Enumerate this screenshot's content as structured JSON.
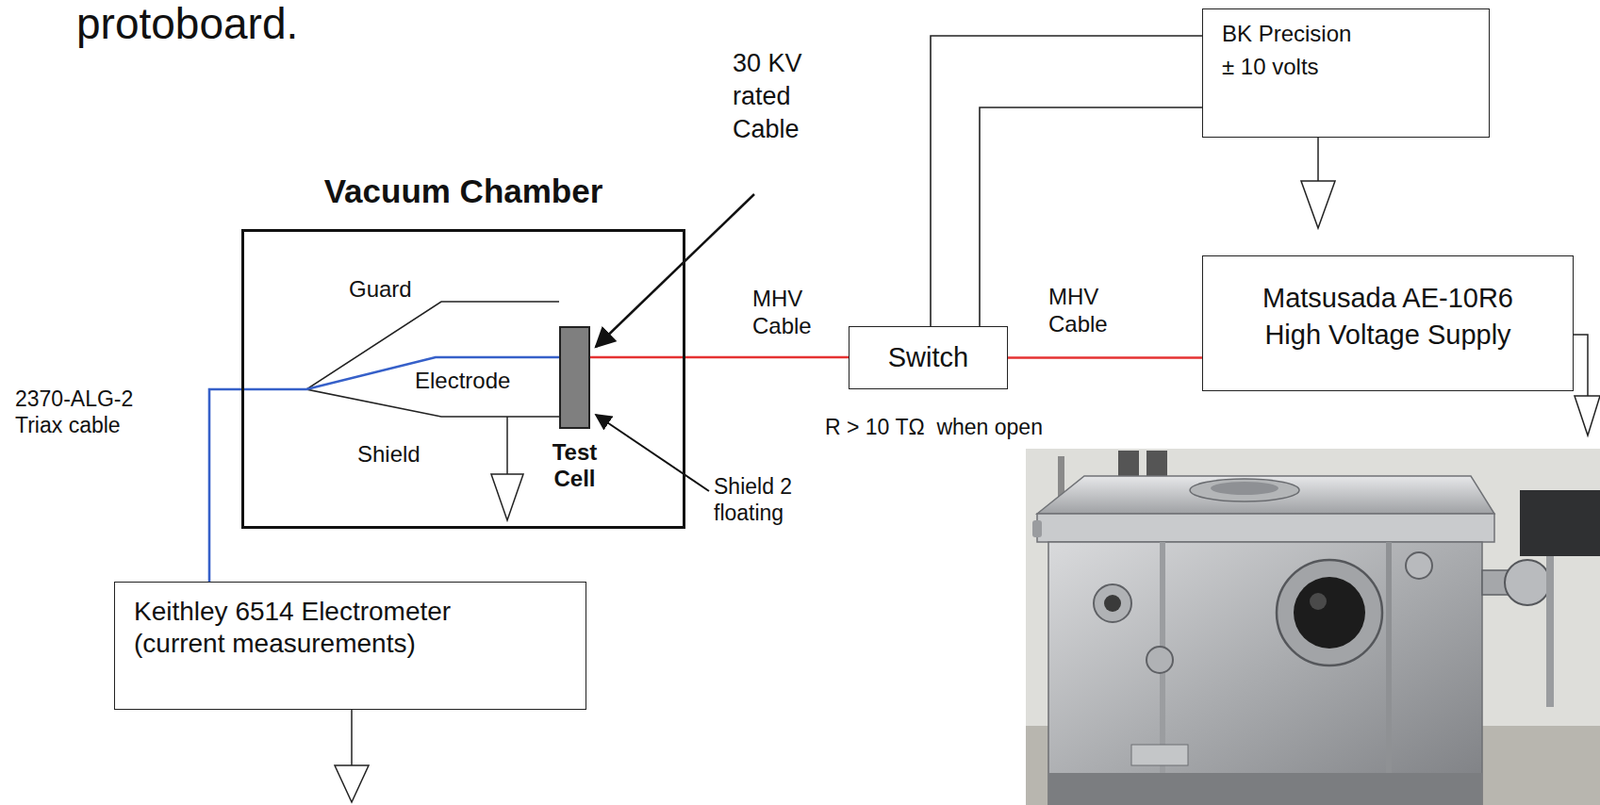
{
  "diagram": {
    "nodes": [
      {
        "text": [
          "Vacuum Chamber"
        ]
      },
      {
        "text": [
          "Test Cell"
        ],
        "in": 0
      },
      {
        "text": [
          "Keithley 6514 Electrometer",
          "(current measurements)"
        ]
      },
      {
        "text": [
          "Switch"
        ]
      },
      {
        "text": [
          "BK Precision",
          "± 10 volts"
        ]
      },
      {
        "text": [
          "Matsusada AE-10R6",
          "High Voltage Supply"
        ]
      }
    ],
    "edges": [
      {
        "from": 2,
        "to": 1,
        "arrow": "none"
      },
      {
        "from": 1,
        "to": 3,
        "arrow": "none"
      },
      {
        "from": 3,
        "to": 5,
        "arrow": "none"
      },
      {
        "from": 4,
        "to": 3,
        "arrow": "none"
      },
      {
        "from": 4,
        "to": 3,
        "arrow": "none"
      }
    ],
    "labels": [
      "protoboard.",
      "30 KV rated Cable",
      "MHV Cable",
      "MHV Cable",
      "Guard",
      "Electrode",
      "Shield",
      "2370-ALG-2 Triax cable",
      "Shield 2 floating",
      "R > 10 TΩ  when open"
    ]
  }
}
